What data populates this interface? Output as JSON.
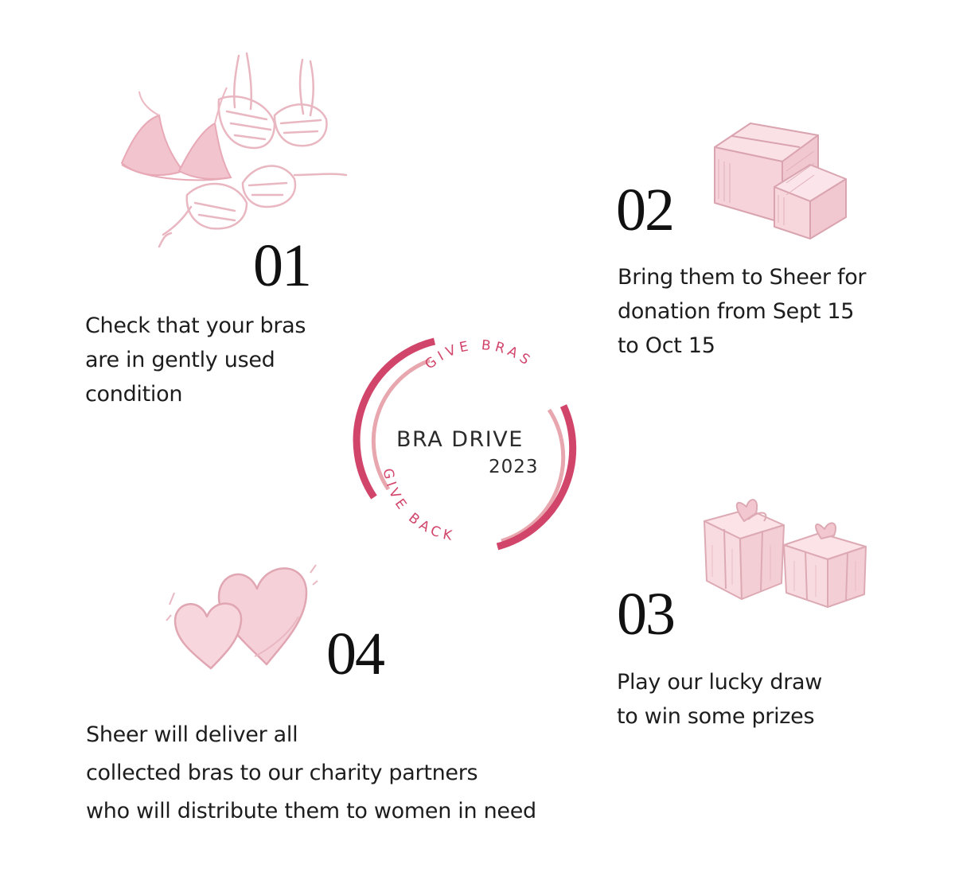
{
  "colors": {
    "primary_pink": "#d1456b",
    "soft_pink": "#e8a7ae",
    "illustration_pink": "#f2c8d0",
    "text": "#1d1d1d"
  },
  "badge": {
    "title": "BRA DRIVE",
    "year": "2023",
    "arc_top": "GIVE BRAS",
    "arc_bottom": "GIVE BACK"
  },
  "steps": [
    {
      "number": "01",
      "icon": "bras-icon",
      "lines": [
        "Check that your bras",
        "are in gently used",
        "condition"
      ]
    },
    {
      "number": "02",
      "icon": "boxes-icon",
      "lines": [
        "Bring them to Sheer for",
        "donation from Sept 15",
        "to Oct 15"
      ]
    },
    {
      "number": "03",
      "icon": "gift-boxes-icon",
      "lines": [
        "Play our lucky draw",
        "to win some prizes"
      ]
    },
    {
      "number": "04",
      "icon": "hearts-icon",
      "lines": [
        "Sheer will deliver all",
        "collected bras to our charity partners",
        "who will distribute them to women in need"
      ]
    }
  ]
}
